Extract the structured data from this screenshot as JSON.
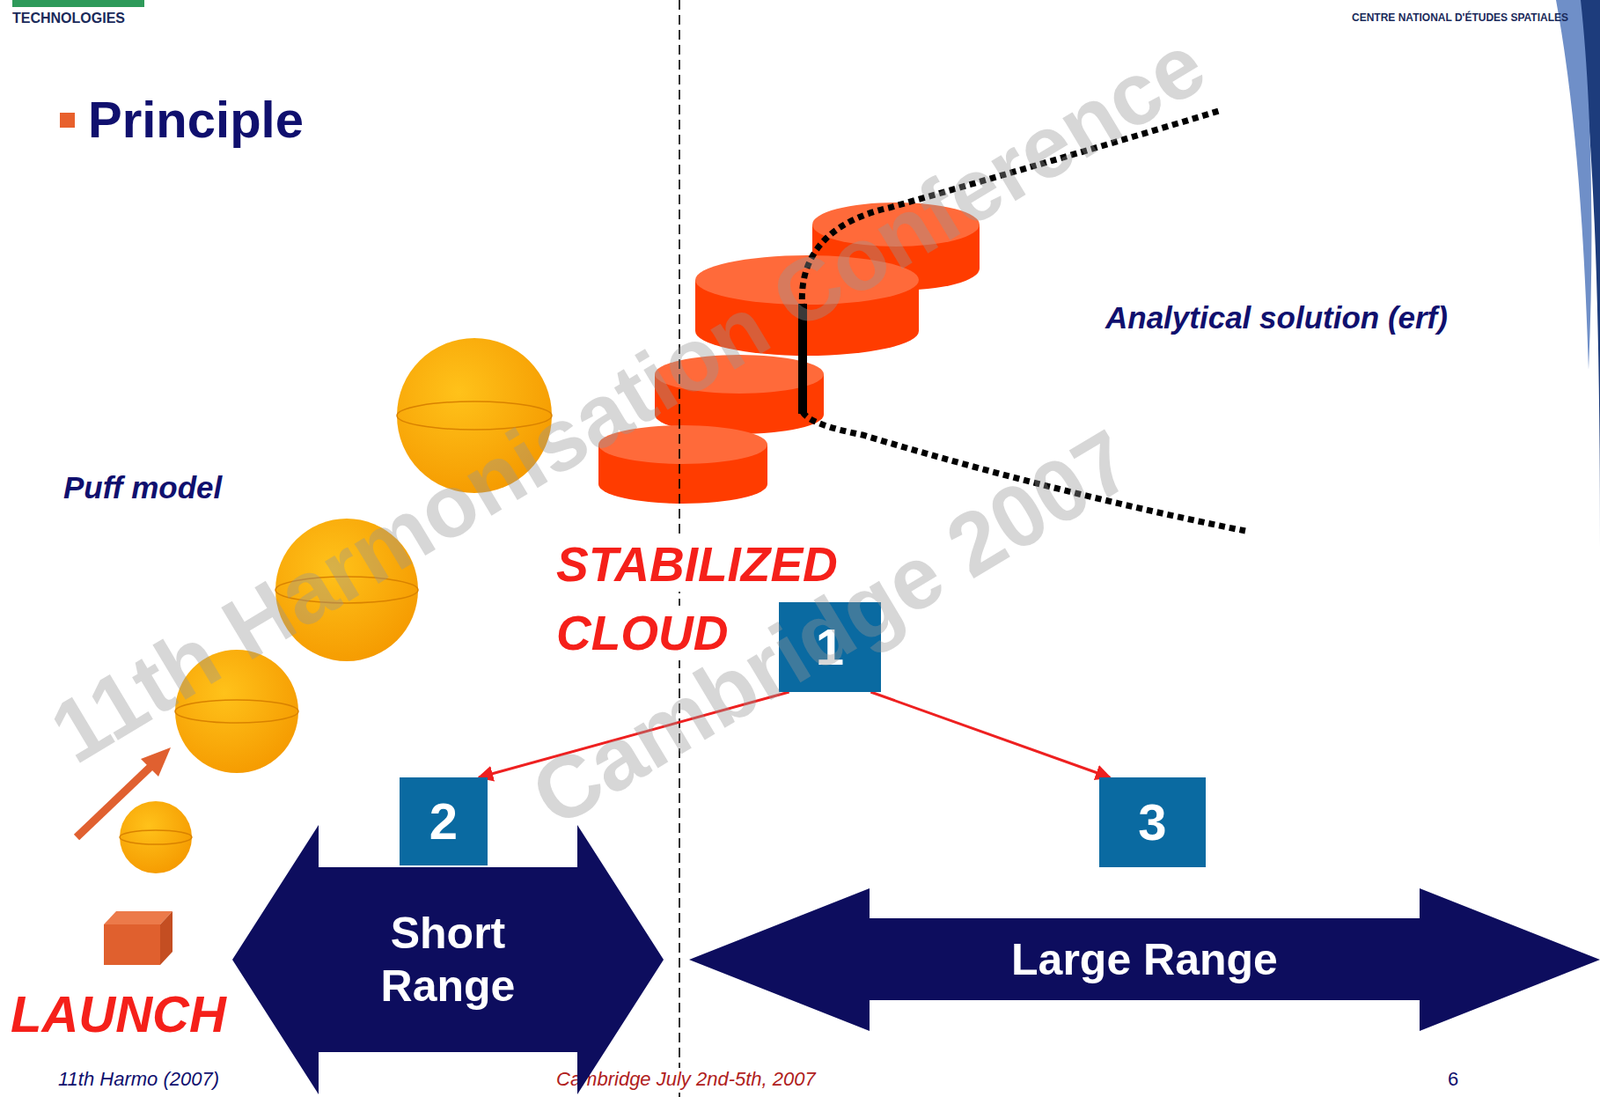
{
  "diagram": {
    "title": "Principle",
    "nodes": [
      {
        "text": [
          "1"
        ]
      },
      {
        "text": [
          "2"
        ]
      },
      {
        "text": [
          "3"
        ]
      },
      {
        "text": [
          "Short Range"
        ]
      },
      {
        "text": [
          "Large Range"
        ]
      }
    ],
    "edges": [
      {
        "from": 0,
        "to": 1,
        "arrow": "to"
      },
      {
        "from": 0,
        "to": 2,
        "arrow": "to"
      }
    ],
    "labels": [
      "TECHNOLOGIES",
      "CENTRE NATIONAL D'ÉTUDES SPATIALES",
      "11th Harmonisation Conference",
      "Cambridge 2007",
      "Puff model",
      "STABILIZED CLOUD",
      "Analytical solution (erf)",
      "LAUNCH",
      "11th Harmo (2007)",
      "Cambridge July 2nd-5th, 2007",
      "6"
    ]
  }
}
